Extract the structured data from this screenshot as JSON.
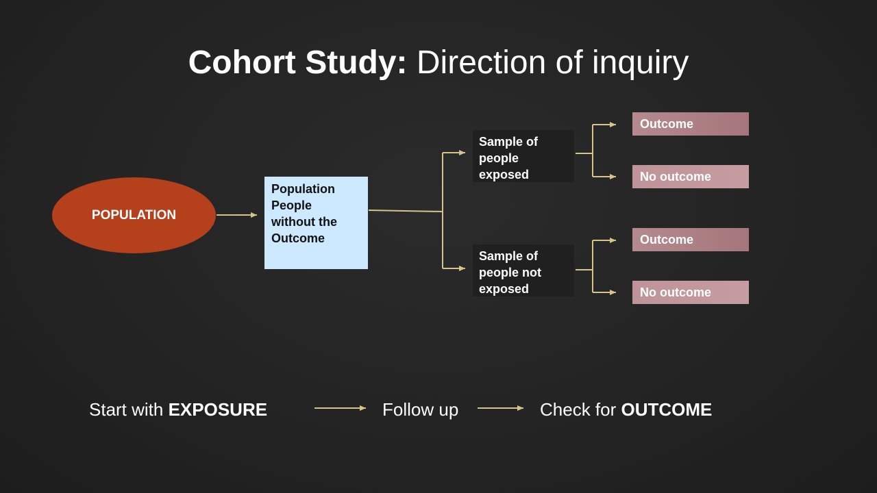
{
  "title": {
    "bold": "Cohort Study:",
    "rest": " Direction of inquiry"
  },
  "diagram": {
    "population": "POPULATION",
    "population_box": [
      "Population",
      "People",
      "without the",
      "Outcome"
    ],
    "exposed_sample": [
      "Sample of",
      "people",
      "exposed"
    ],
    "unexposed_sample": [
      "Sample of",
      "people not",
      "exposed"
    ],
    "outcomes": {
      "exposed": [
        "Outcome",
        "No outcome"
      ],
      "unexposed": [
        "Outcome",
        "No outcome"
      ]
    }
  },
  "footer": {
    "step1_prefix": "Start with ",
    "step1_bold": "EXPOSURE",
    "step2": "Follow up",
    "step3_prefix": "Check for ",
    "step3_bold": "OUTCOME"
  },
  "colors": {
    "ellipse": "#b5401c",
    "population_box": "#cce9ff",
    "outcome_box": "#b48a8e",
    "arrow": "#d8c48a"
  }
}
